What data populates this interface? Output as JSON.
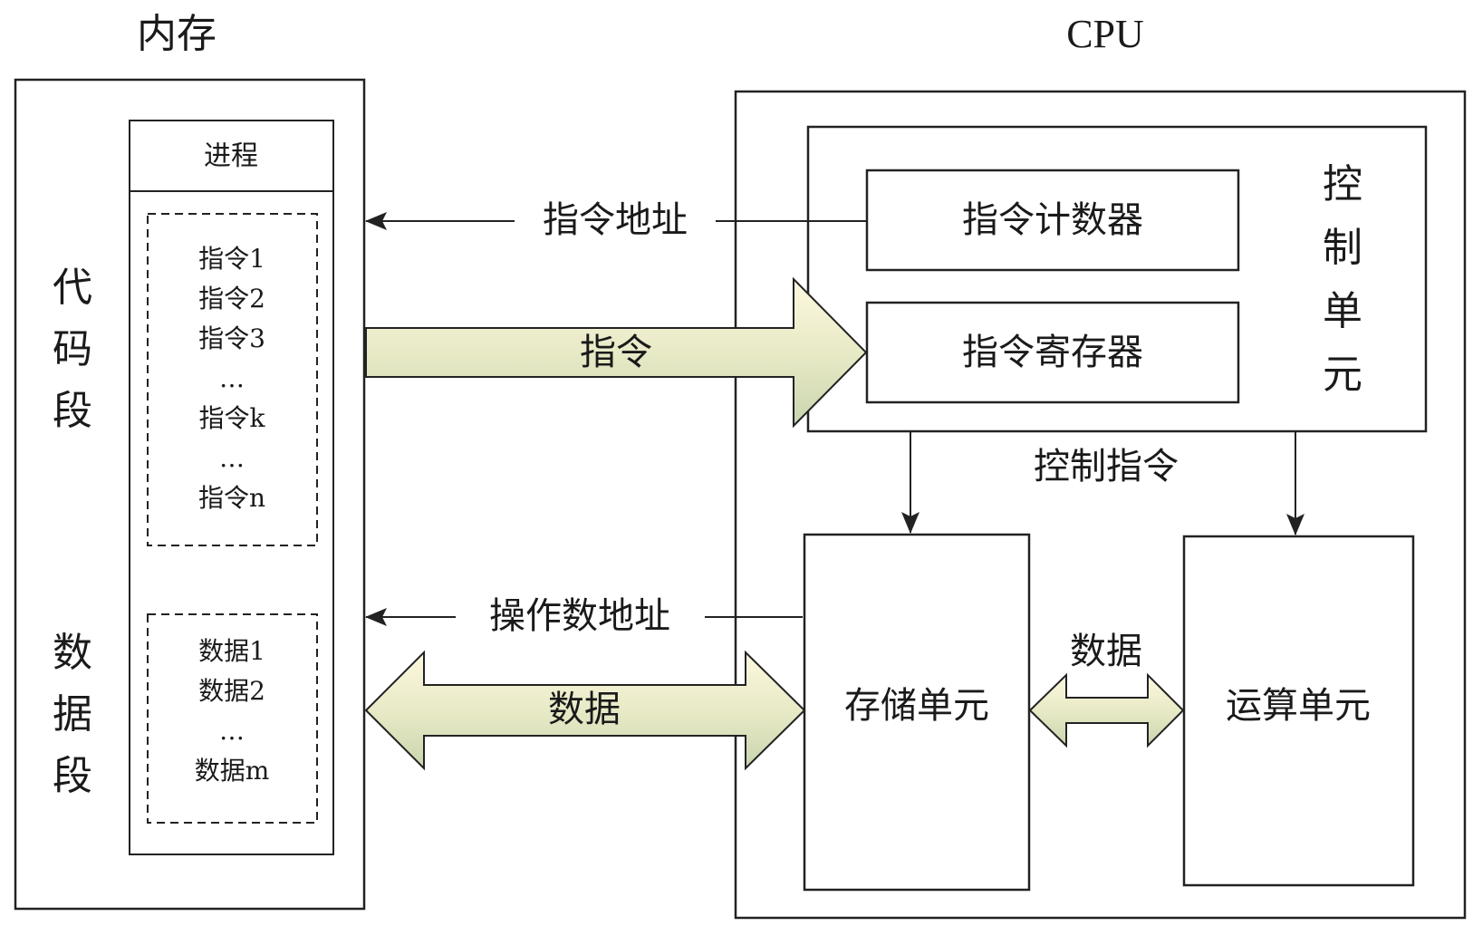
{
  "memory": {
    "title": "内存",
    "code_segment_label": "代码段",
    "data_segment_label": "数据段",
    "process_header": "进程",
    "instructions": [
      "指令1",
      "指令2",
      "指令3",
      "…",
      "指令k",
      "…",
      "指令n"
    ],
    "data_items": [
      "数据1",
      "数据2",
      "…",
      "数据m"
    ]
  },
  "cpu": {
    "title": "CPU",
    "control_unit_label": "控制单元",
    "program_counter": "指令计数器",
    "instruction_register": "指令寄存器",
    "storage_unit": "存储单元",
    "alu": "运算单元"
  },
  "connections": {
    "instruction_address": "指令地址",
    "instruction": "指令",
    "control_instruction": "控制指令",
    "operand_address": "操作数地址",
    "data": "数据",
    "internal_data": "数据"
  },
  "colors": {
    "arrow_fill_start": "#fdf7d8",
    "arrow_fill_end": "#c9d6b0",
    "stroke": "#222222"
  }
}
